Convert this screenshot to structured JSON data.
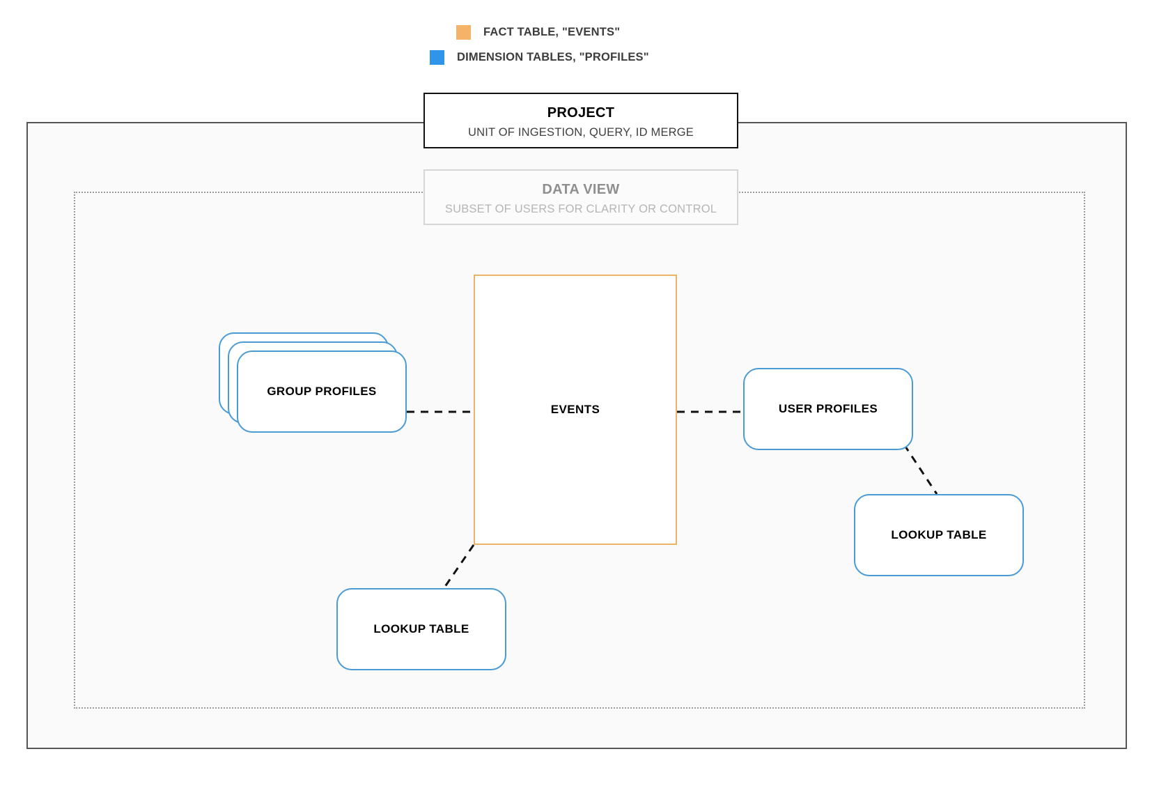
{
  "legend": {
    "items": [
      {
        "id": "fact-table",
        "label": "FACT TABLE, \"EVENTS\"",
        "color": "#f4b368",
        "icon": "orange-square-swatch"
      },
      {
        "id": "dimension-tables",
        "label": "DIMENSION TABLES, \"PROFILES\"",
        "color": "#2e95e8",
        "icon": "blue-square-swatch"
      }
    ]
  },
  "project": {
    "title": "PROJECT",
    "subtitle": "UNIT OF INGESTION, QUERY, ID MERGE",
    "border_color": "#101010"
  },
  "data_view": {
    "title": "DATA VIEW",
    "subtitle": "SUBSET OF USERS FOR CLARITY OR CONTROL",
    "border_color": "#d6d6d6",
    "text_color": "#b5b5b5"
  },
  "nodes": {
    "events": {
      "label": "EVENTS",
      "type": "fact-table",
      "color": "#eab464"
    },
    "group_profiles": {
      "label": "GROUP PROFILES",
      "type": "dimension-table-stack",
      "color": "#4a9ad4",
      "stack_count": 3
    },
    "user_profiles": {
      "label": "USER PROFILES",
      "type": "dimension-table",
      "color": "#4a9ad4"
    },
    "lookup_table_right": {
      "label": "LOOKUP TABLE",
      "type": "dimension-table",
      "color": "#4a9ad4"
    },
    "lookup_table_left": {
      "label": "LOOKUP TABLE",
      "type": "dimension-table",
      "color": "#4a9ad4"
    }
  },
  "connections": [
    {
      "id": "group-profiles-to-events",
      "from": "group_profiles",
      "to": "events",
      "style": "dashed"
    },
    {
      "id": "events-to-user-profiles",
      "from": "events",
      "to": "user_profiles",
      "style": "dashed"
    },
    {
      "id": "user-profiles-to-lookup-right",
      "from": "user_profiles",
      "to": "lookup_table_right",
      "style": "dashed"
    },
    {
      "id": "events-to-lookup-left",
      "from": "events",
      "to": "lookup_table_left",
      "style": "dashed"
    }
  ]
}
